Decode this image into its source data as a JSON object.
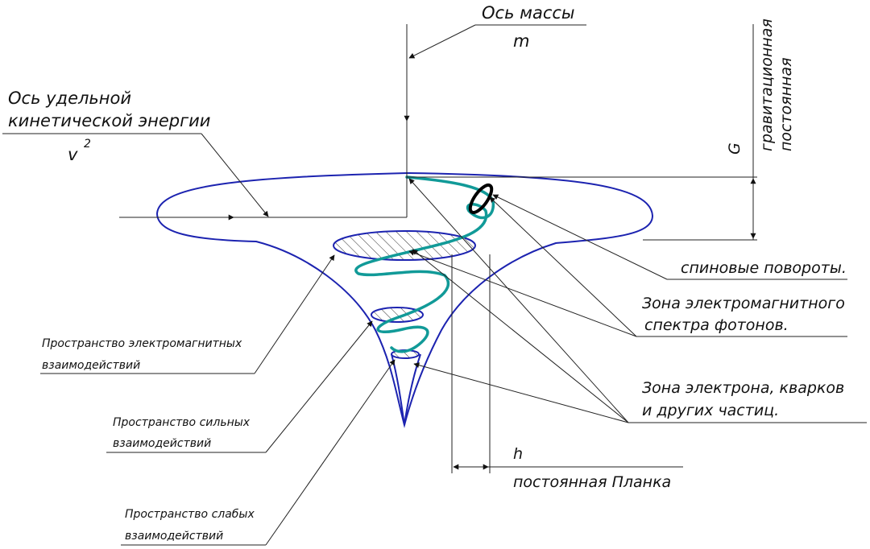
{
  "labels": {
    "mass_axis": "Ось массы",
    "mass_symbol": "m",
    "energy_axis_1": "Ось удельной",
    "energy_axis_2": "кинетической энергии",
    "energy_symbol": "v",
    "energy_power": "2",
    "grav_symbol": "G",
    "grav_1": "гравитационная",
    "grav_2": "постоянная",
    "spin": "спиновые повороты.",
    "em_zone_1": "Зона электромагнитного",
    "em_zone_2": "спектра фотонов.",
    "electron_zone_1": "Зона электрона, кварков",
    "electron_zone_2": "и других частиц.",
    "planck_symbol": "h",
    "planck": "постоянная Планка",
    "space_em_1": "Пространство электромагнитных",
    "space_em_2": "взаимодействий",
    "space_strong_1": "Пространство сильных",
    "space_strong_2": "взаимодействий",
    "space_weak_1": "Пространство слабых",
    "space_weak_2": "взаимодействий"
  },
  "colors": {
    "funnel": "#1c23b0",
    "spiral": "#119a98",
    "lines": "#222222"
  }
}
